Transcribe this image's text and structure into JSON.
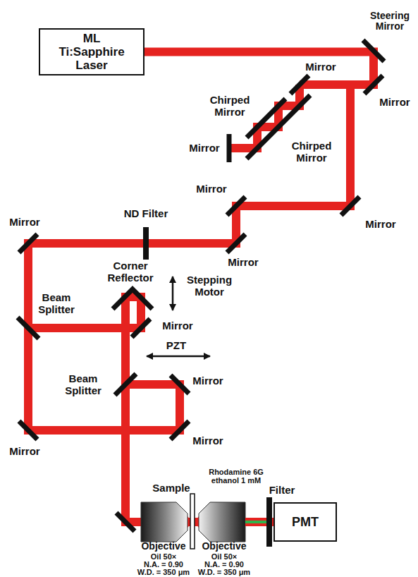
{
  "diagram": {
    "nodes": [
      {
        "text": [
          "ML Ti:Sapphire Laser"
        ]
      },
      {
        "text": [
          "PMT"
        ]
      }
    ],
    "edges": [
      {
        "from": 0,
        "to": 1,
        "arrow": "none"
      }
    ],
    "labels": [
      "Steering Mirror",
      "Mirror",
      "Mirror",
      "Chirped Mirror",
      "Mirror",
      "Chirped Mirror",
      "Mirror",
      "ND Filter",
      "Mirror",
      "Mirror",
      "Mirror",
      "Corner Reflector",
      "Stepping Motor",
      "Beam Splitter",
      "Mirror",
      "PZT",
      "Beam Splitter",
      "Mirror",
      "Mirror",
      "Mirror",
      "Rhodamine 6G ethanol 1 mM",
      "Sample",
      "Filter",
      "Objective",
      "Oil 50×",
      "N.A. = 0.90",
      "W.D. = 350 μm",
      "Objective",
      "Oil 50×",
      "N.A. = 0.90",
      "W.D. = 350 μm"
    ]
  }
}
